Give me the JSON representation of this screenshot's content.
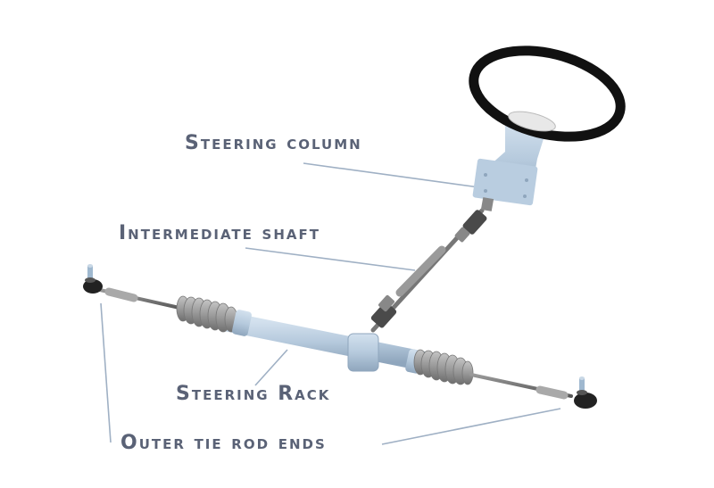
{
  "labels": {
    "steering_column": "Steering column",
    "intermediate_shaft": "Intermediate shaft",
    "steering_rack": "Steering Rack",
    "outer_tie_rod_ends": "Outer tie rod ends"
  },
  "colors": {
    "label_text": "#5a6276",
    "leader_line": "#9fb0c4",
    "steel_blue": "#b9cde0",
    "rubber_boot": "#9a9a9a",
    "dark_metal": "#3a3a3a",
    "wheel_rim": "#111111"
  }
}
